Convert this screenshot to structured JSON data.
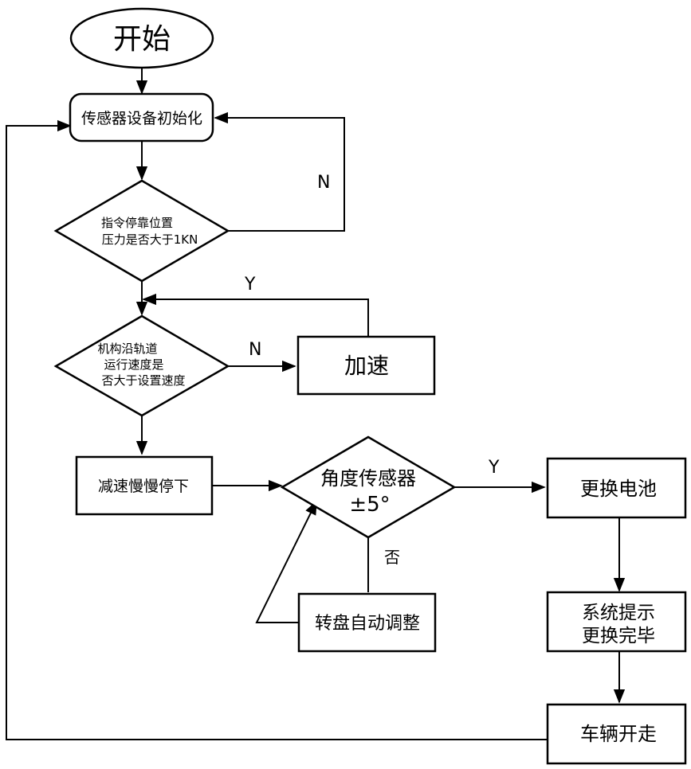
{
  "nodes": {
    "start": "开始",
    "init": "传感器设备初始化",
    "pressure_check": [
      "指令停靠位置",
      "压力是否大于1KN"
    ],
    "speed_check": [
      "机构沿轨道",
      "运行速度是",
      "否大于设置速度"
    ],
    "accelerate": "加速",
    "decelerate": "减速慢慢停下",
    "angle_check": [
      "角度传感器",
      "±5°"
    ],
    "replace_battery": "更换电池",
    "turntable_adjust": "转盘自动调整",
    "system_notice": [
      "系统提示",
      "更换完毕"
    ],
    "vehicle_leave": "车辆开走"
  },
  "edge_labels": {
    "pressure_no": "N",
    "accelerate_yes": "Y",
    "speed_no": "N",
    "angle_yes": "Y",
    "angle_no": "否"
  }
}
